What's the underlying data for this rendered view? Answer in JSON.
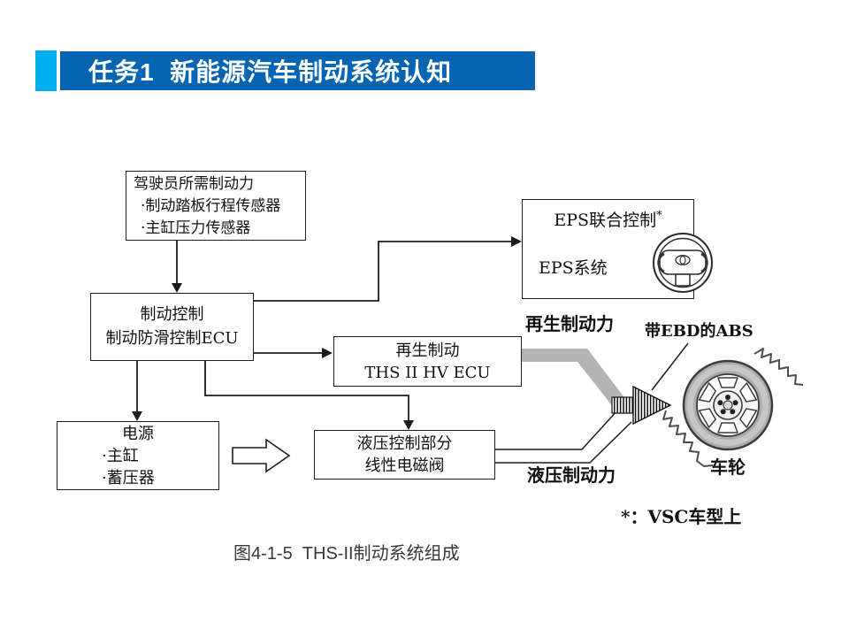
{
  "slide": {
    "header": {
      "title": "任务1  新能源汽车制动系统认知",
      "banner_color": "#0565b3",
      "accent_color": "#00b0f0",
      "text_color": "#ffffff"
    },
    "diagram": {
      "boxes": {
        "driver": {
          "title": "驾驶员所需制动力",
          "items": [
            "·制动踏板行程传感器",
            "·主缸压力传感器"
          ]
        },
        "brake_ecu": {
          "lines": [
            "制动控制",
            "制动防滑控制ECU"
          ]
        },
        "eps": {
          "title": "EPS联合控制",
          "superscript": "*",
          "system_label": "EPS系统"
        },
        "regen": {
          "lines": [
            "再生制动",
            "THS II HV ECU"
          ]
        },
        "power": {
          "title": "电源",
          "items": [
            "·主缸",
            "·蓄压器"
          ]
        },
        "hydraulic": {
          "lines": [
            "液压控制部分",
            "线性电磁阀"
          ]
        }
      },
      "labels": {
        "regen_force": "再生制动力",
        "abs": "带EBD的ABS",
        "hydraulic_force": "液压制动力",
        "wheel": "车轮",
        "footnote": "*：VSC车型上"
      },
      "icons": [
        "steering-wheel-icon",
        "car-wheel-icon",
        "hatched-arrow-icon",
        "hollow-arrow-icon",
        "speed-squiggle-icon"
      ],
      "colors": {
        "band_gray": "#b4b4b4",
        "line": "#1c1c1c"
      }
    },
    "caption": "图4-1-5  THS-II制动系统组成"
  }
}
